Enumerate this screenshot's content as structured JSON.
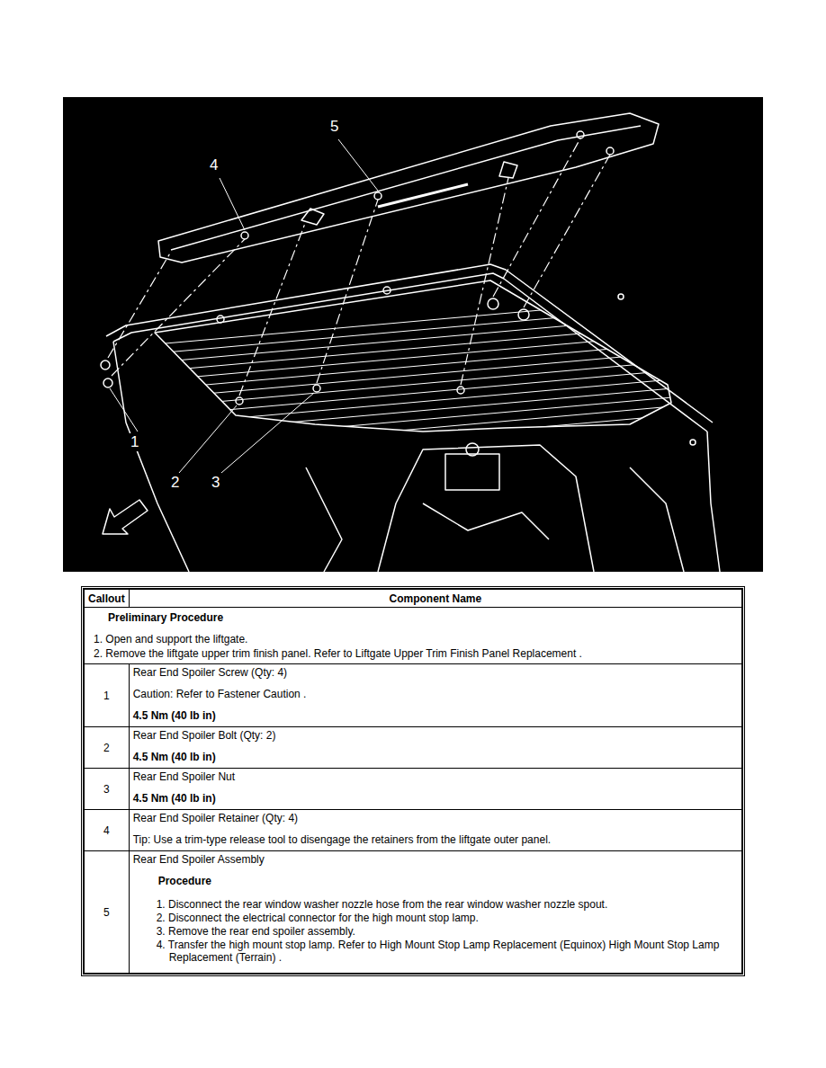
{
  "diagram": {
    "labels": [
      "5",
      "4",
      "1",
      "2",
      "3",
      "Callout",
      "Component Name",
      "Preliminary Procedure",
      "1. Open and support the liftgate.",
      "2. Remove the liftgate upper trim finish panel. Refer to Liftgate Upper Trim Finish Panel Replacement .",
      "1",
      "Rear End Spoiler Screw (Qty: 4)",
      "Caution: Refer to Fastener Caution .",
      "4.5 Nm (40 lb in)",
      "2",
      "Rear End Spoiler Bolt (Qty: 2)",
      "4.5 Nm (40 lb in)",
      "3",
      "Rear End Spoiler Nut",
      "4.5 Nm (40 lb in)",
      "4",
      "Rear End Spoiler Retainer (Qty: 4)",
      "Tip: Use a trim-type release tool to disengage the retainers from the liftgate outer panel.",
      "5",
      "Rear End Spoiler Assembly",
      "Procedure",
      "1. Disconnect the rear window washer nozzle hose from the rear window washer nozzle spout.",
      "2. Disconnect the electrical connector for the high mount stop lamp.",
      "3. Remove the rear end spoiler assembly.",
      "4. Transfer the high mount stop lamp. Refer to High Mount Stop Lamp Replacement (Equinox) High Mount Stop Lamp Replacement (Terrain) ."
    ]
  }
}
